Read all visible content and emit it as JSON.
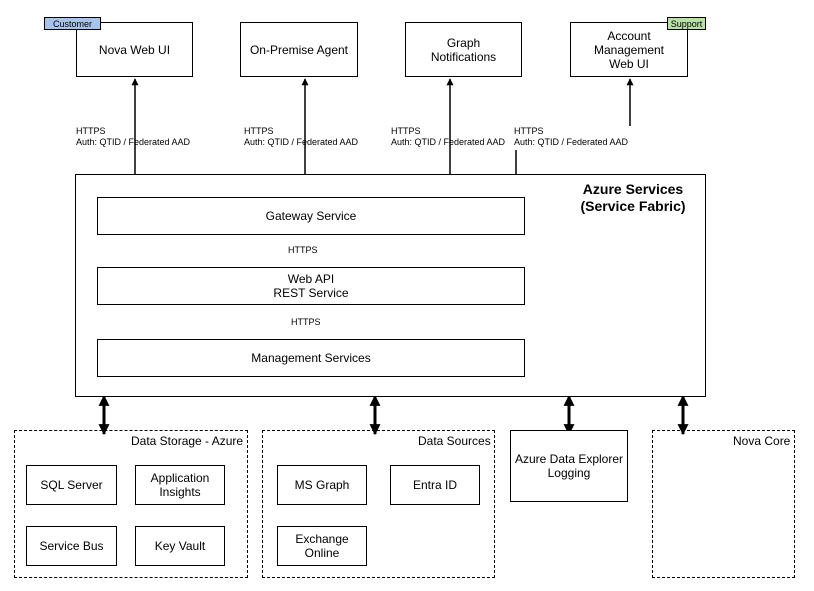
{
  "top_clients": {
    "nova_web_ui": "Nova Web UI",
    "on_premise_agent": "On-Premise Agent",
    "graph_notifications": "Graph\nNotifications",
    "account_management": "Account\nManagement\nWeb UI"
  },
  "tags": {
    "customer": "Customer",
    "support": "Support",
    "customer_color": "#a9c4eb",
    "support_color": "#b9e0a5"
  },
  "connections": {
    "nova_web_ui": "HTTPS\nAuth: QTID / Federated AAD",
    "on_premise_agent": "HTTPS\nAuth: QTID / Federated AAD",
    "graph_notifications": "HTTPS\nAuth: QTID / Federated AAD",
    "account_management": "HTTPS\nAuth: QTID / Federated AAD",
    "gateway_webapi": "HTTPS",
    "webapi_management": "HTTPS"
  },
  "azure_services": {
    "title": "Azure Services\n(Service Fabric)",
    "gateway": "Gateway Service",
    "web_api": "Web API\nREST Service",
    "management": "Management Services"
  },
  "data_storage": {
    "label": "Data Storage - Azure",
    "sql_server": "SQL Server",
    "app_insights": "Application\nInsights",
    "service_bus": "Service Bus",
    "key_vault": "Key Vault"
  },
  "data_sources": {
    "label": "Data Sources",
    "ms_graph": "MS Graph",
    "entra_id": "Entra ID",
    "exchange_online": "Exchange\nOnline"
  },
  "adx_logging": "Azure Data Explorer\nLogging",
  "nova_core": {
    "label": "Nova Core"
  }
}
